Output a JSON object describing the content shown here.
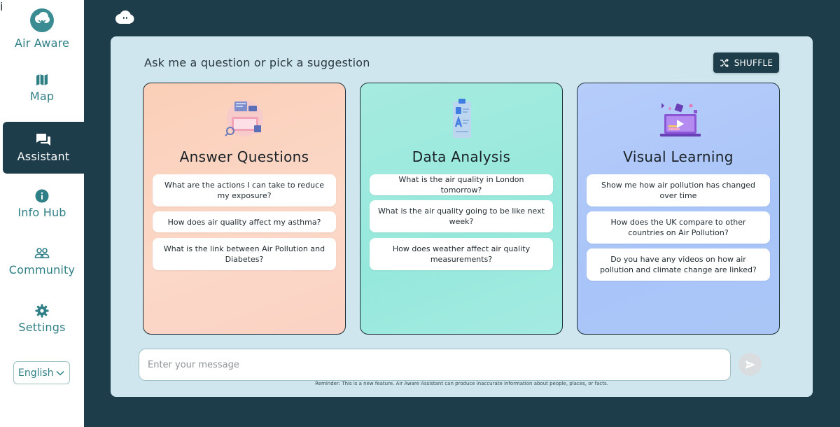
{
  "sidebar": {
    "brand": {
      "label": "Air Aware",
      "logo_icon": "tree-cloud-logo",
      "info_badge": "i"
    },
    "items": [
      {
        "label": "Map",
        "icon": "map-icon"
      },
      {
        "label": "Assistant",
        "icon": "chat-icon",
        "active": true
      },
      {
        "label": "Info Hub",
        "icon": "info-icon"
      },
      {
        "label": "Community",
        "icon": "people-icon"
      },
      {
        "label": "Settings",
        "icon": "gear-icon"
      }
    ],
    "language": {
      "selected": "English"
    }
  },
  "main": {
    "prompt_title": "Ask me a question or pick a suggestion",
    "shuffle_label": "SHUFFLE",
    "cards": [
      {
        "title": "Answer Questions",
        "suggestions": [
          "What are the actions I can take to reduce my exposure?",
          "How does air quality affect my asthma?",
          "What is the link between Air Pollution and Diabetes?"
        ]
      },
      {
        "title": "Data Analysis",
        "suggestions": [
          "What is the air quality in London tomorrow?",
          "What is the air quality going to be like next week?",
          "How does weather affect air quality measurements?"
        ]
      },
      {
        "title": "Visual Learning",
        "suggestions": [
          "Show me how air pollution has changed over time",
          "How does the UK compare to other countries on Air Pollution?",
          "Do you have any videos on how air pollution and climate change are linked?"
        ]
      }
    ],
    "input": {
      "placeholder": "Enter your message",
      "value": ""
    },
    "reminder": "Reminder: This is a new feature. Air Aware Assistant can produce inaccurate information about people, places, or facts."
  },
  "colors": {
    "sidebar_bg": "#ffffff",
    "app_bg": "#1d3d4a",
    "accent": "#2f7f86",
    "panel_bg": "#cfe6ee",
    "card_answer": "#fbd2c0",
    "card_data": "#9ee9de",
    "card_visual": "#afc8f8"
  }
}
